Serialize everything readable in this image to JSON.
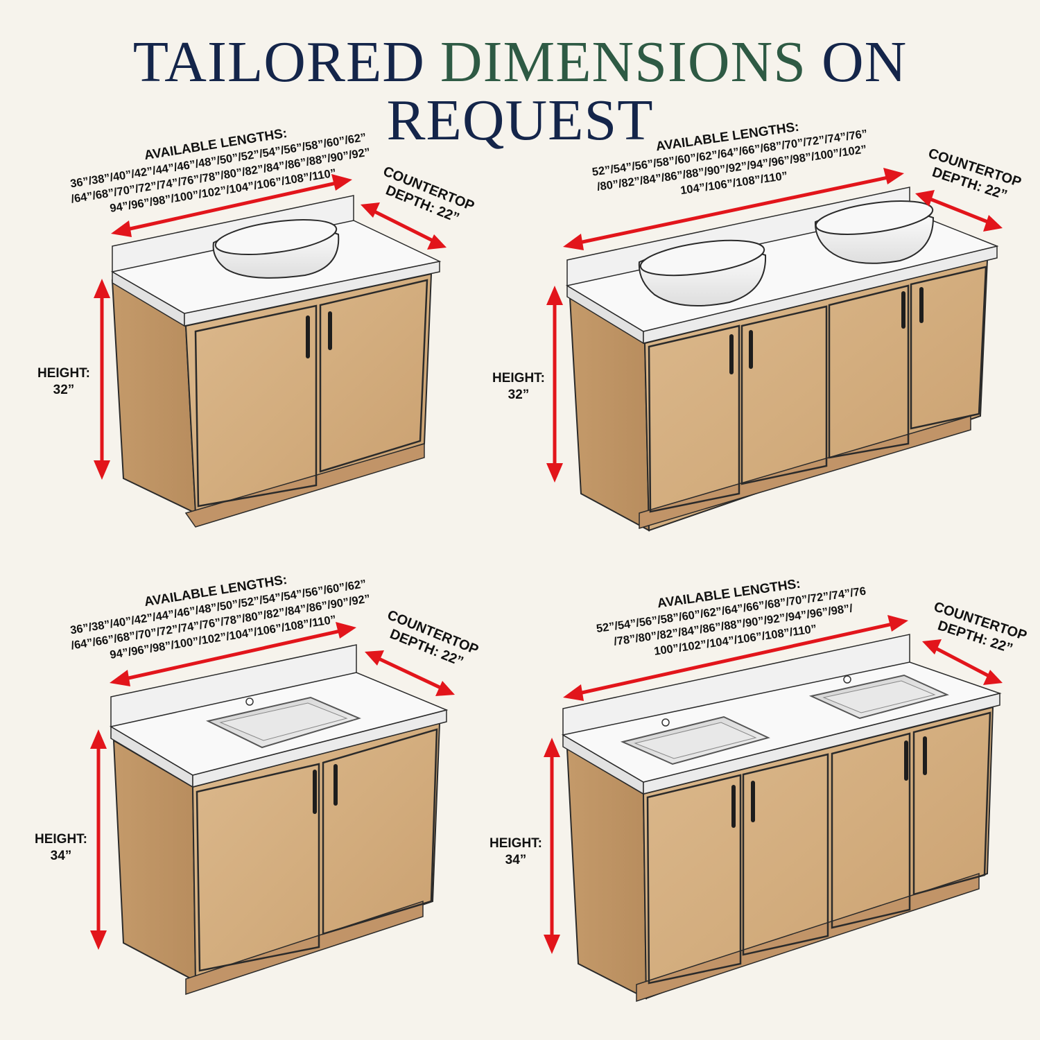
{
  "header": {
    "title_part1": "TAILORED",
    "title_part2": "DIMENSIONS",
    "title_part3": "ON REQUEST",
    "color_navy": "#14254a",
    "color_green": "#2e5a44"
  },
  "arrow_color": "#e2151b",
  "vanities": [
    {
      "id": "single-vessel",
      "sink_type": "vessel",
      "sink_count": 1,
      "lengths_heading": "AVAILABLE LENGTHS:",
      "lengths_lines": [
        "36”/38”/40”/42”/44”/46”/48”/50”/52”/54”/56”/58”/60”/62”",
        "/64”/68”/70”/72”/74”/76”/78”/80”/82”/84”/86”/88”/90”/92”",
        "94”/96”/98”/100”/102”/104”/106”/108”/110”"
      ],
      "depth_line1": "COUNTERTOP",
      "depth_line2": "DEPTH: 22”",
      "height_line1": "HEIGHT:",
      "height_line2": "32”"
    },
    {
      "id": "double-vessel",
      "sink_type": "vessel",
      "sink_count": 2,
      "lengths_heading": "AVAILABLE LENGTHS:",
      "lengths_lines": [
        "52”/54”/56”/58”/60”/62”/64”/66”/68”/70”/72”/74”/76”",
        "/80”/82”/84”/86”/88”/90”/92”/94”/96”/98”/100”/102”",
        "104”/106”/108”/110”"
      ],
      "depth_line1": "COUNTERTOP",
      "depth_line2": "DEPTH: 22”",
      "height_line1": "HEIGHT:",
      "height_line2": "32”"
    },
    {
      "id": "single-undermount",
      "sink_type": "undermount",
      "sink_count": 1,
      "lengths_heading": "AVAILABLE LENGTHS:",
      "lengths_lines": [
        "36”/38”/40”/42”/44”/46”/48”/50”/52”/54”/54”/56”/60”/62”",
        "/64”/66”/68”/70”/72”/74”/76”/78”/80”/82”/84”/86”/90”/92”",
        "94”/96”/98”/100”/102”/104”/106”/108”/110”"
      ],
      "depth_line1": "COUNTERTOP",
      "depth_line2": "DEPTH: 22”",
      "height_line1": "HEIGHT:",
      "height_line2": "34”"
    },
    {
      "id": "double-undermount",
      "sink_type": "undermount",
      "sink_count": 2,
      "lengths_heading": "AVAILABLE LENGTHS:",
      "lengths_lines": [
        "52”/54”/56”/58”/60”/62”/64”/66”/68”/70”/72”/74”/76",
        "/78”/80”/82”/84”/86”/88”/90”/92”/94”/96”/98”/",
        "100”/102”/104”/106”/108”/110”"
      ],
      "depth_line1": "COUNTERTOP",
      "depth_line2": "DEPTH: 22”",
      "height_line1": "HEIGHT:",
      "height_line2": "34”"
    }
  ]
}
